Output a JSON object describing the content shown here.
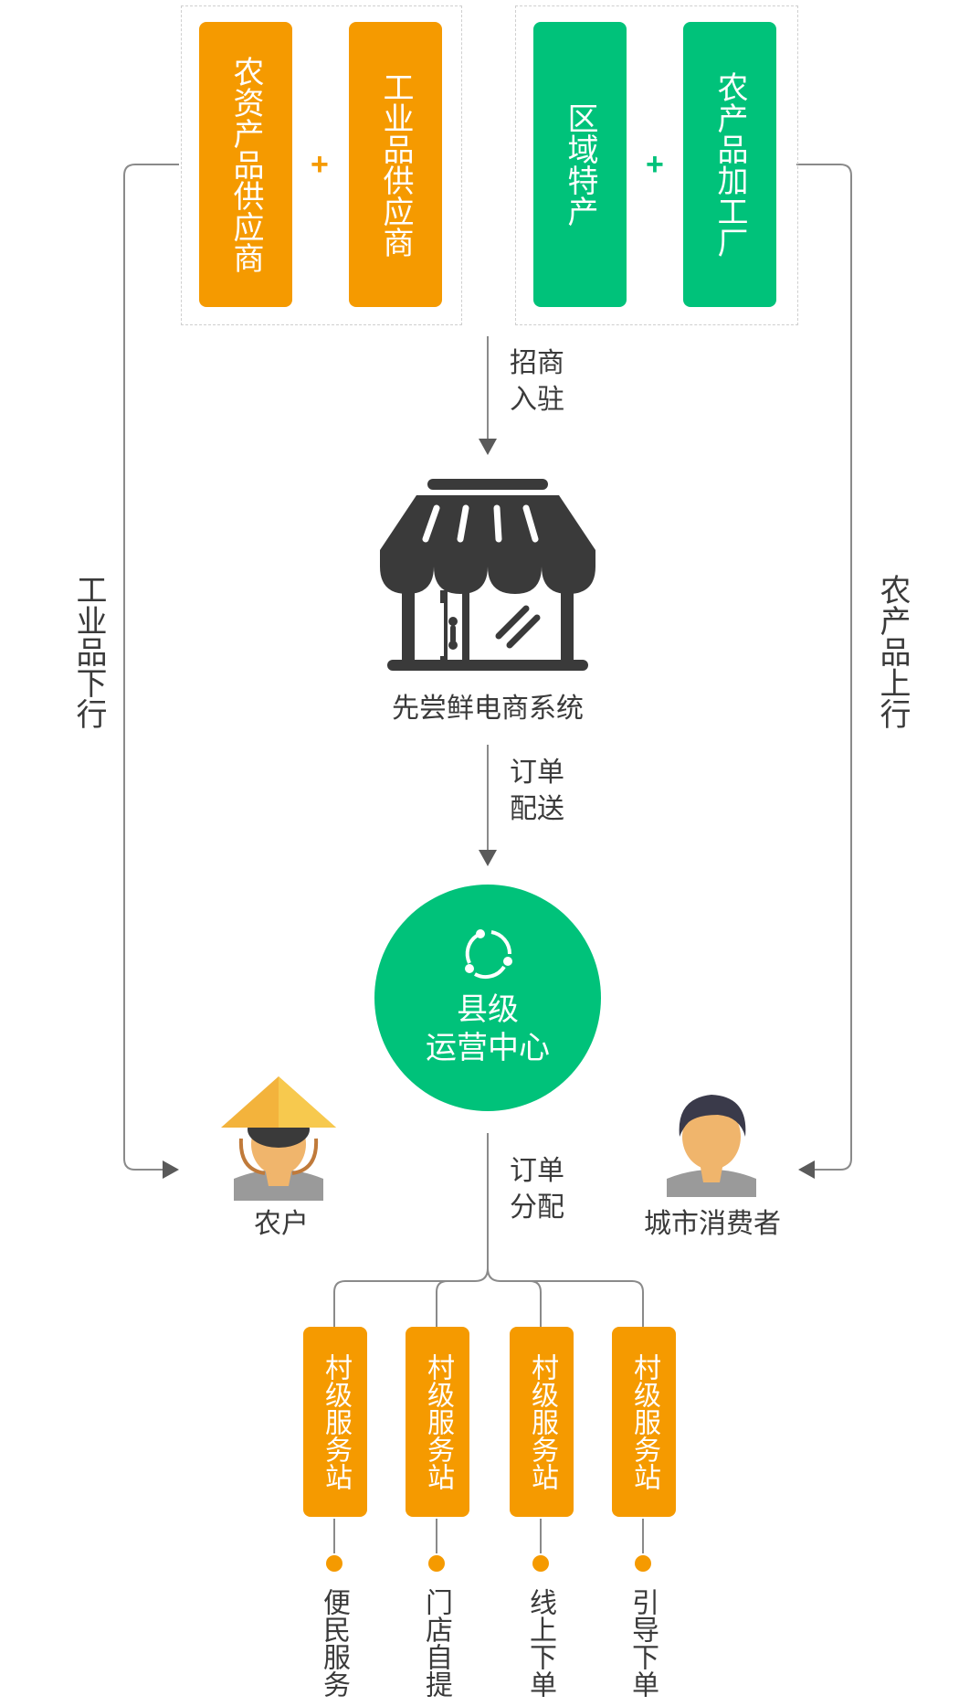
{
  "top_boxes": [
    {
      "label": "农资产品供应商",
      "color": "#f59a00"
    },
    {
      "label": "工业品供应商",
      "color": "#f59a00"
    },
    {
      "label": "区域特产",
      "color": "#00c27a"
    },
    {
      "label": "农产品加工厂",
      "color": "#00c27a"
    }
  ],
  "plus_symbol": "+",
  "arrows": {
    "invest": "招商\n入驻",
    "order_delivery": "订单\n配送",
    "order_distribution": "订单\n分配"
  },
  "side_labels": {
    "left": "工业品下行",
    "right": "农产品上行"
  },
  "store": {
    "label": "先尝鲜电商系统",
    "icon": "storefront-icon"
  },
  "center": {
    "line1": "县级",
    "line2": "运营中心",
    "icon": "cycle-icon"
  },
  "people": [
    {
      "label": "农户",
      "icon": "farmer-icon"
    },
    {
      "label": "城市消费者",
      "icon": "consumer-icon"
    }
  ],
  "stations": [
    {
      "label": "村级服务站",
      "service": "便民服务"
    },
    {
      "label": "村级服务站",
      "service": "门店自提"
    },
    {
      "label": "村级服务站",
      "service": "线上下单"
    },
    {
      "label": "村级服务站",
      "service": "引导下单"
    }
  ],
  "colors": {
    "orange": "#f59a00",
    "green": "#00c27a",
    "line": "#8a8a8a",
    "icon_dark": "#3a3a3a"
  }
}
